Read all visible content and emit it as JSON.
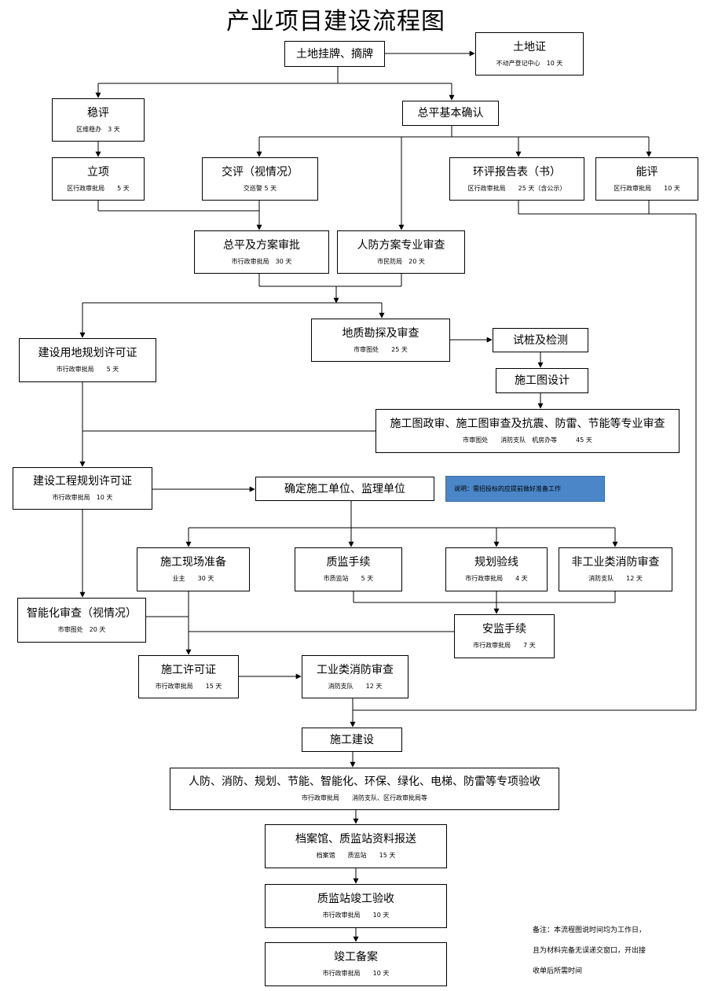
{
  "title": "产业项目建设流程图",
  "nodes": {
    "land_listing": {
      "label": "土地挂牌、摘牌"
    },
    "land_cert": {
      "label": "土地证",
      "sub": "不动产登记中心　10 天"
    },
    "stability": {
      "label": "稳评",
      "sub": "区维稳办　3 天"
    },
    "general_plan_confirm": {
      "label": "总平基本确认"
    },
    "project_approval": {
      "label": "立项",
      "sub": "区行政审批局　　5 天"
    },
    "traffic_eval": {
      "label": "交评（视情况）",
      "sub": "交巡警 5 天"
    },
    "env_eval": {
      "label": "环评报告表（书）",
      "sub": "区行政审批局　　25 天（含公示）"
    },
    "energy_eval": {
      "label": "能评",
      "sub": "区行政审批局　　10 天"
    },
    "plan_approval": {
      "label": "总平及方案审批",
      "sub": "市行政审批局　30 天"
    },
    "civil_defense_review": {
      "label": "人防方案专业审查",
      "sub": "市民防局　20 天"
    },
    "land_use_permit": {
      "label": "建设用地规划许可证",
      "sub": "市行政审批局　　5 天"
    },
    "geo_survey": {
      "label": "地质勘探及审查",
      "sub": "市审图处　　25 天"
    },
    "pile_test": {
      "label": "试桩及检测"
    },
    "construction_drawing": {
      "label": "施工图设计"
    },
    "drawing_review": {
      "label": "施工图政审、施工图审查及抗震、防雷、节能等专业审查",
      "sub": "市审图处　　消防支队　机房办等　　　45 天"
    },
    "engineering_permit": {
      "label": "建设工程规划许可证",
      "sub": "市行政审批局　10 天"
    },
    "contractor_select": {
      "label": "确定施工单位、监理单位"
    },
    "site_prep": {
      "label": "施工现场准备",
      "sub": "业主　　30 天"
    },
    "quality_procedure": {
      "label": "质监手续",
      "sub": "市质监站　　5 天"
    },
    "planning_check": {
      "label": "规划验线",
      "sub": "市行政审批局　　4 天"
    },
    "nonindustrial_fire": {
      "label": "非工业类消防审查",
      "sub": "消防支队　　12 天"
    },
    "smart_review": {
      "label": "智能化审查（视情况）",
      "sub": "市审图处　20 天"
    },
    "safety_procedure": {
      "label": "安监手续",
      "sub": "市行政审批局　　7 天"
    },
    "construction_permit": {
      "label": "施工许可证",
      "sub": "市行政审批局　　15 天"
    },
    "industrial_fire": {
      "label": "工业类消防审查",
      "sub": "消防支队　　12 天"
    },
    "construction": {
      "label": "施工建设"
    },
    "special_acceptance": {
      "label": "人防、消防、规划、节能、智能化、环保、绿化、电梯、防雷等专项验收",
      "sub": "市行政审批局　　消防支队、区行政审批局等"
    },
    "archive_submit": {
      "label": "档案馆、质监站资料报送",
      "sub": "档案馆　　质监站　　15 天"
    },
    "completion_acceptance": {
      "label": "质监站竣工验收",
      "sub": "市行政审批局　　10 天"
    },
    "completion_filing": {
      "label": "竣工备案",
      "sub": "市行政审批局　　10 天"
    }
  },
  "note": "说明：需招投标的应提前做好准备工作",
  "remark": [
    "备注：本流程图说时间均为工作日，",
    "且为材料完备无误递交窗口，开出接",
    "收单后所需时间"
  ],
  "colors": {
    "line": "#000000",
    "note_bg": "#4a86c8"
  }
}
